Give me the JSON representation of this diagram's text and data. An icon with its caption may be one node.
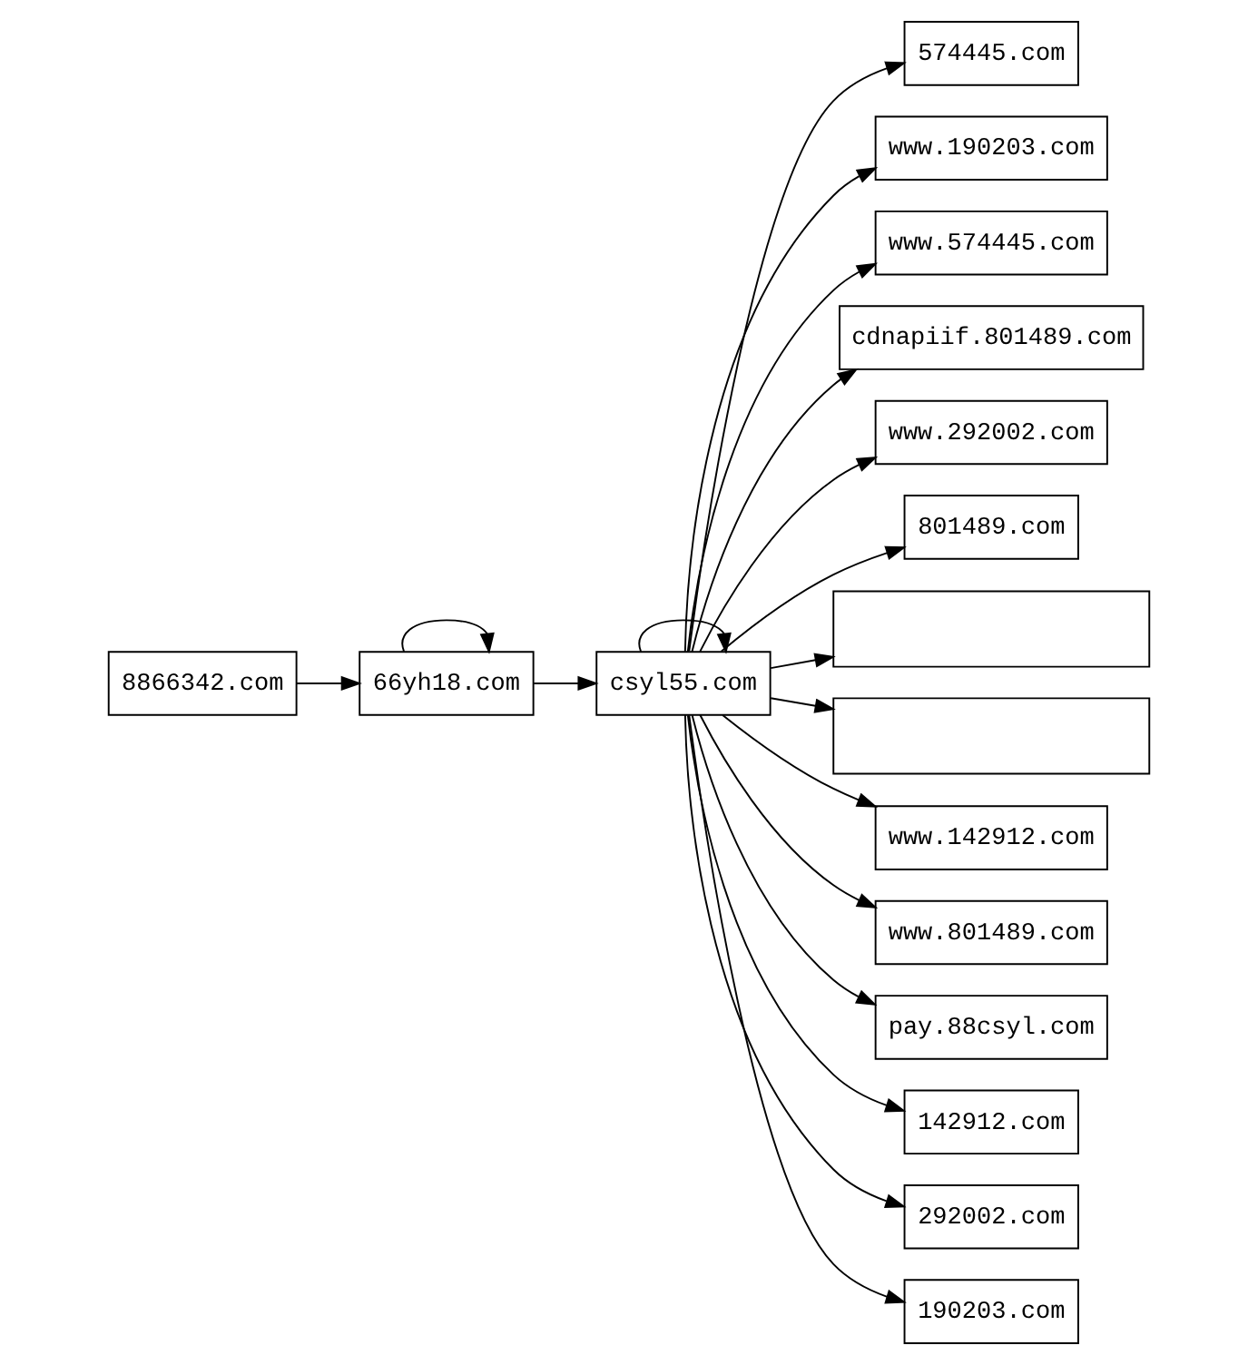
{
  "diagram": {
    "nodes": [
      {
        "text": [
          "8866342.com"
        ]
      },
      {
        "text": [
          "66yh18.com"
        ]
      },
      {
        "text": [
          "csyl55.com"
        ]
      },
      {
        "text": [
          "574445.com"
        ]
      },
      {
        "text": [
          "www.190203.com"
        ]
      },
      {
        "text": [
          "www.574445.com"
        ]
      },
      {
        "text": [
          "cdnapiif.801489.com"
        ]
      },
      {
        "text": [
          "www.292002.com"
        ]
      },
      {
        "text": [
          "801489.com"
        ]
      },
      {
        "text": [],
        "shape": "box"
      },
      {
        "text": [],
        "shape": "box"
      },
      {
        "text": [
          "www.142912.com"
        ]
      },
      {
        "text": [
          "www.801489.com"
        ]
      },
      {
        "text": [
          "pay.88csyl.com"
        ]
      },
      {
        "text": [
          "142912.com"
        ]
      },
      {
        "text": [
          "292002.com"
        ]
      },
      {
        "text": [
          "190203.com"
        ]
      }
    ],
    "edges": [
      {
        "from": 0,
        "to": 1,
        "arrow": "to"
      },
      {
        "from": 1,
        "to": 1,
        "arrow": "to"
      },
      {
        "from": 1,
        "to": 2,
        "arrow": "to"
      },
      {
        "from": 2,
        "to": 2,
        "arrow": "to"
      },
      {
        "from": 2,
        "to": 3,
        "arrow": "to"
      },
      {
        "from": 2,
        "to": 4,
        "arrow": "to"
      },
      {
        "from": 2,
        "to": 5,
        "arrow": "to"
      },
      {
        "from": 2,
        "to": 6,
        "arrow": "to"
      },
      {
        "from": 2,
        "to": 7,
        "arrow": "to"
      },
      {
        "from": 2,
        "to": 8,
        "arrow": "to"
      },
      {
        "from": 2,
        "to": 9,
        "arrow": "to"
      },
      {
        "from": 2,
        "to": 10,
        "arrow": "to"
      },
      {
        "from": 2,
        "to": 11,
        "arrow": "to"
      },
      {
        "from": 2,
        "to": 12,
        "arrow": "to"
      },
      {
        "from": 2,
        "to": 13,
        "arrow": "to"
      },
      {
        "from": 2,
        "to": 14,
        "arrow": "to"
      },
      {
        "from": 2,
        "to": 15,
        "arrow": "to"
      },
      {
        "from": 2,
        "to": 16,
        "arrow": "to"
      }
    ]
  }
}
